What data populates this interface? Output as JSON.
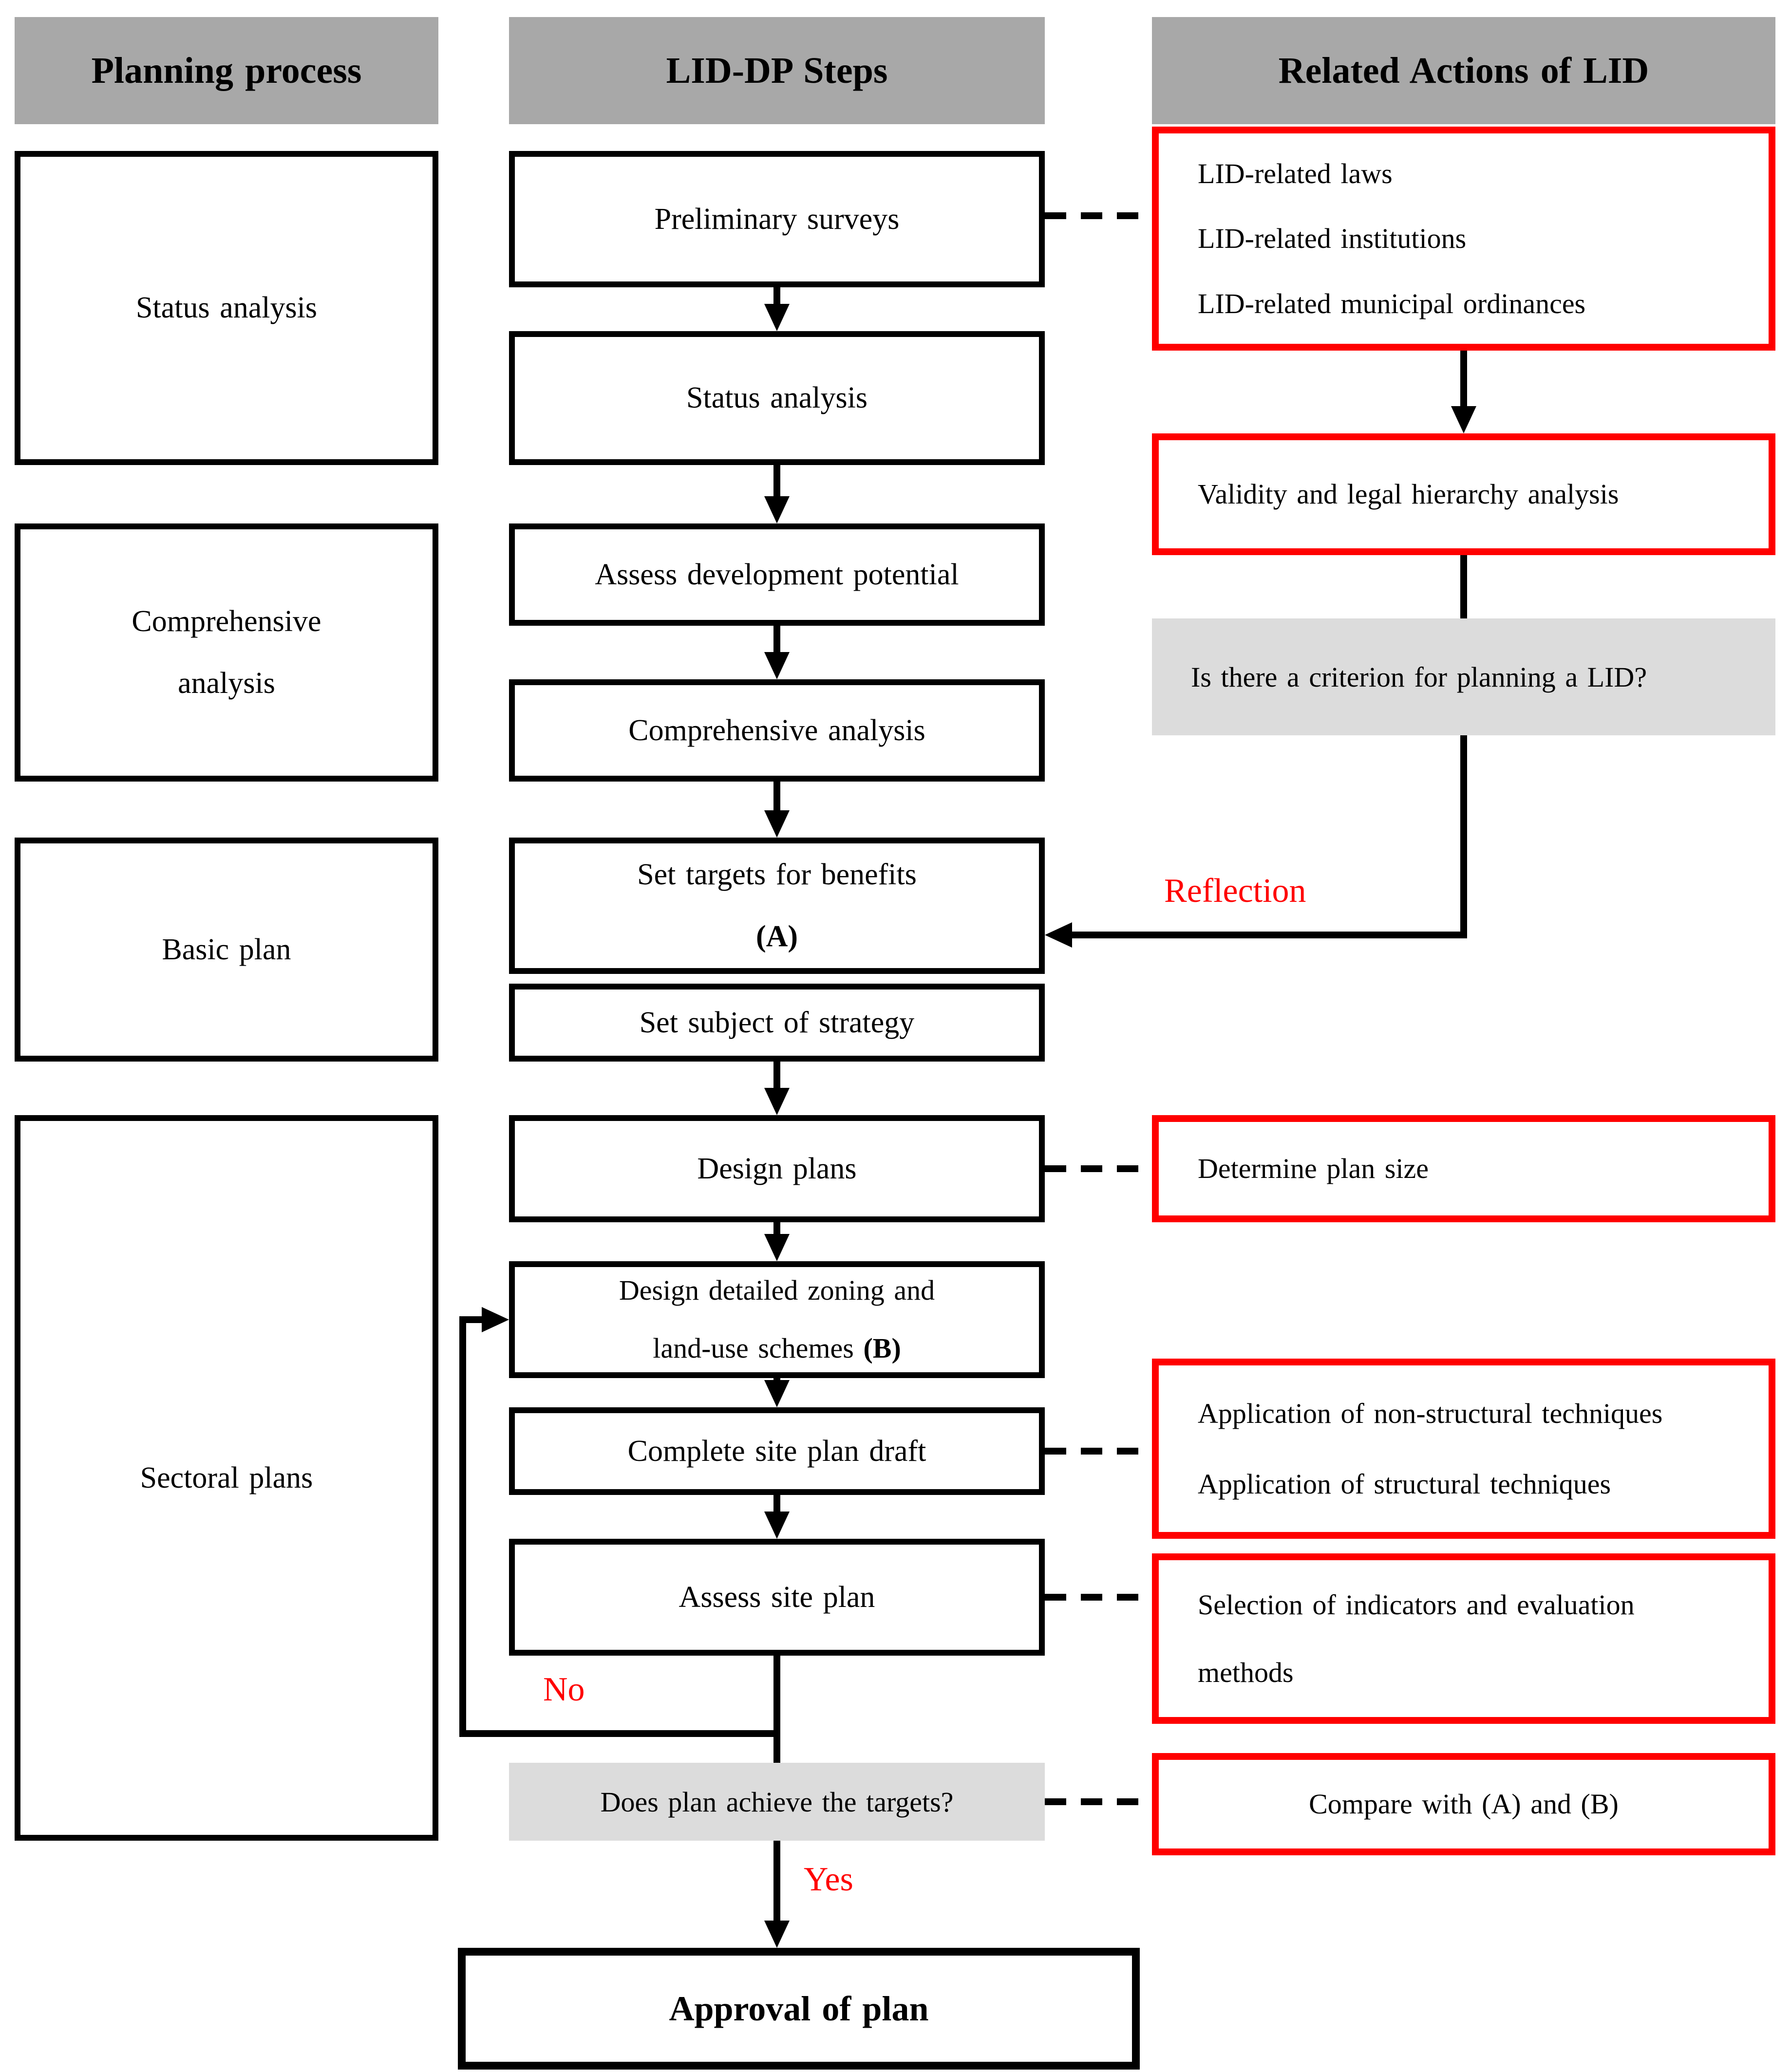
{
  "colors": {
    "red": "#ff0000",
    "header_gray": "#a8a8a8",
    "light_gray": "#dcdcdc",
    "line_black": "#000000"
  },
  "headers": {
    "planning": "Planning process",
    "steps": "LID-DP Steps",
    "related": "Related Actions of LID"
  },
  "planning": {
    "status": "Status analysis",
    "comprehensive": "Comprehensive analysis",
    "basic": "Basic plan",
    "sectoral": "Sectoral plans"
  },
  "steps": {
    "preliminary": "Preliminary surveys",
    "status": "Status analysis",
    "assess_potential": "Assess development potential",
    "comprehensive": "Comprehensive analysis",
    "set_targets": "Set targets for benefits",
    "set_targets_tag": "(A)",
    "set_subject": "Set subject of strategy",
    "design_plans": "Design plans",
    "design_zoning_line1": "Design detailed zoning and",
    "design_zoning_line2": "land-use schemes",
    "design_zoning_tag": "(B)",
    "complete_draft": "Complete site plan draft",
    "assess_site": "Assess site plan",
    "question": "Does plan achieve the targets?",
    "approval": "Approval of plan"
  },
  "decisions": {
    "no": "No",
    "yes": "Yes",
    "reflection": "Reflection"
  },
  "related": {
    "laws_1": "LID-related laws",
    "laws_2": "LID-related institutions",
    "laws_3": "LID-related municipal ordinances",
    "validity": "Validity and legal hierarchy analysis",
    "criterion": "Is there a criterion for planning a LID?",
    "determine": "Determine plan size",
    "application_1": "Application of non-structural techniques",
    "application_2": "Application of structural techniques",
    "selection_1": "Selection of indicators and evaluation",
    "selection_2": "methods",
    "compare": "Compare with (A) and (B)"
  }
}
